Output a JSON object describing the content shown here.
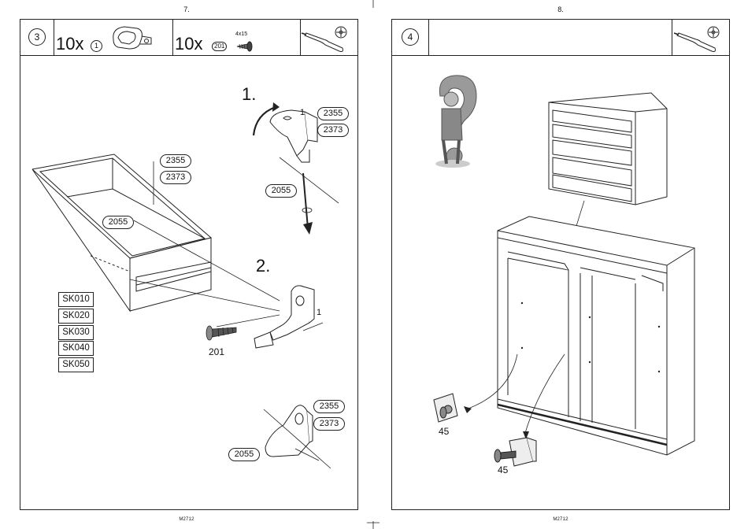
{
  "left_page": {
    "page_number": "7.",
    "footer": "M2712",
    "step_number": "3",
    "parts": [
      {
        "quantity": "10x",
        "ref": "1",
        "icon": "plastic-bracket-icon"
      },
      {
        "quantity": "10x",
        "ref": "201",
        "size": "4x15",
        "icon": "screw-icon"
      }
    ],
    "tool_icons": [
      "screwdriver-icon",
      "phillips-head-icon"
    ],
    "sub_steps": [
      "1.",
      "2."
    ],
    "callouts": {
      "drawer_2355": "2355",
      "drawer_2373": "2373",
      "drawer_2055": "2055",
      "top_2355": "2355",
      "top_2373": "2373",
      "top_2055": "2055",
      "top_ref": "1",
      "mid_ref": "1",
      "mid_screw": "201",
      "bottom_2355": "2355",
      "bottom_2373": "2373",
      "bottom_2055": "2055"
    },
    "models": [
      "SK010",
      "SK020",
      "SK030",
      "SK040",
      "SK050"
    ]
  },
  "right_page": {
    "page_number": "8.",
    "footer": "M2712",
    "step_number": "4",
    "tool_icons": [
      "screwdriver-icon",
      "phillips-head-icon"
    ],
    "callouts": {
      "detail_a": "45",
      "detail_b": "45"
    }
  },
  "colors": {
    "line": "#222222",
    "paper": "#ffffff",
    "figure_shade": "#9a9a9a"
  }
}
